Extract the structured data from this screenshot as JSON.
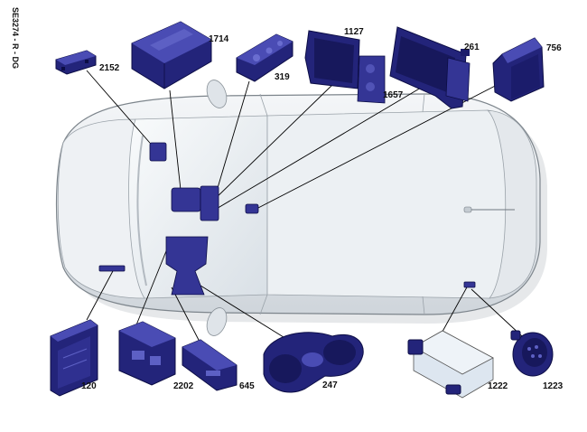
{
  "reference": "SE3274 - R - DG",
  "components": [
    {
      "id": "2152",
      "label": "2152"
    },
    {
      "id": "1714",
      "label": "1714"
    },
    {
      "id": "319",
      "label": "319"
    },
    {
      "id": "1127",
      "label": "1127"
    },
    {
      "id": "1657",
      "label": "1657"
    },
    {
      "id": "261",
      "label": "261"
    },
    {
      "id": "756",
      "label": "756"
    },
    {
      "id": "120",
      "label": "120"
    },
    {
      "id": "2202",
      "label": "2202"
    },
    {
      "id": "645",
      "label": "645"
    },
    {
      "id": "247",
      "label": "247"
    },
    {
      "id": "1222",
      "label": "1222"
    },
    {
      "id": "1223",
      "label": "1223"
    }
  ],
  "colors": {
    "component": "#23247a",
    "car_body": "#e8ecef",
    "leader": "#000000"
  }
}
